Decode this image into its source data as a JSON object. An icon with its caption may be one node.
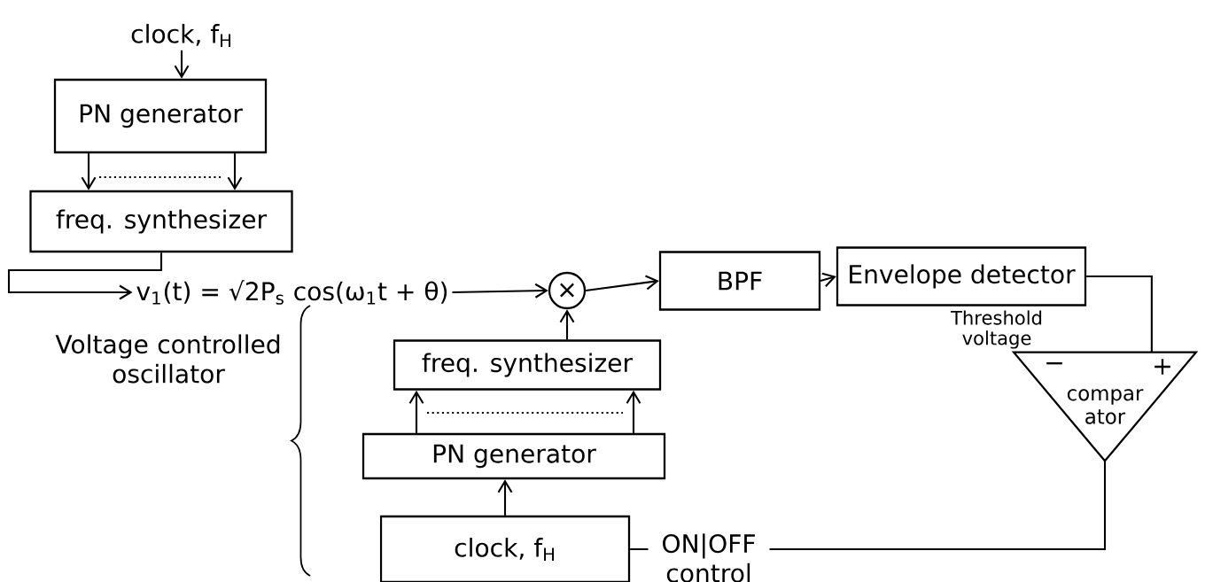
{
  "diagram": {
    "nodes": [
      {
        "text": [
          "clock, f$_{H}$"
        ]
      },
      {
        "text": [
          "PN generator"
        ]
      },
      {
        "text": [
          "freq. synthesizer"
        ]
      },
      {
        "text": [
          "v$_{1}$(t) = √2P$_{s}$ cos(ω$_{1}$t + θ)"
        ]
      },
      {
        "text": [
          "×"
        ]
      },
      {
        "text": [
          "BPF"
        ]
      },
      {
        "text": [
          "Envelope detector"
        ]
      },
      {
        "text": [
          "compar ator"
        ]
      },
      {
        "text": [
          "freq. synthesizer"
        ]
      },
      {
        "text": [
          "PN generator"
        ]
      },
      {
        "text": [
          "clock, f$_{H}$"
        ]
      }
    ],
    "edges": [
      {
        "from": 0,
        "to": 1,
        "arrow": "to"
      },
      {
        "from": 1,
        "to": 2,
        "arrow": "to"
      },
      {
        "from": 1,
        "to": 2,
        "arrow": "to"
      },
      {
        "from": 2,
        "to": 3,
        "arrow": "to"
      },
      {
        "from": 3,
        "to": 4,
        "arrow": "to"
      },
      {
        "from": 4,
        "to": 5,
        "arrow": "to"
      },
      {
        "from": 5,
        "to": 6,
        "arrow": "to"
      },
      {
        "from": 6,
        "to": 7,
        "arrow": "none"
      },
      {
        "from": 7,
        "to": 10,
        "arrow": "none",
        "label": "ON|OFF control"
      },
      {
        "from": 10,
        "to": 9,
        "arrow": "to"
      },
      {
        "from": 9,
        "to": 8,
        "arrow": "to"
      },
      {
        "from": 9,
        "to": 8,
        "arrow": "to"
      },
      {
        "from": 8,
        "to": 4,
        "arrow": "to"
      }
    ],
    "labels": [
      "Threshold voltage",
      "−",
      "+",
      "Voltage controlled oscillator"
    ]
  }
}
